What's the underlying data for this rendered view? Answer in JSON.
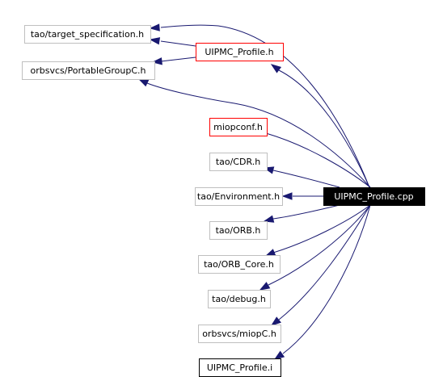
{
  "diagram": {
    "nodes": [
      {
        "id": "n_target_spec",
        "label": "tao/target_specification.h",
        "style": "gray"
      },
      {
        "id": "n_uipmc_h",
        "label": "UIPMC_Profile.h",
        "style": "red"
      },
      {
        "id": "n_portable",
        "label": "orbsvcs/PortableGroupC.h",
        "style": "gray"
      },
      {
        "id": "n_miopconf",
        "label": "miopconf.h",
        "style": "red"
      },
      {
        "id": "n_cdr",
        "label": "tao/CDR.h",
        "style": "gray"
      },
      {
        "id": "n_env",
        "label": "tao/Environment.h",
        "style": "gray"
      },
      {
        "id": "n_cpp",
        "label": "UIPMC_Profile.cpp",
        "style": "root"
      },
      {
        "id": "n_orb",
        "label": "tao/ORB.h",
        "style": "gray"
      },
      {
        "id": "n_orbcore",
        "label": "tao/ORB_Core.h",
        "style": "gray"
      },
      {
        "id": "n_debug",
        "label": "tao/debug.h",
        "style": "gray"
      },
      {
        "id": "n_miopc",
        "label": "orbsvcs/miopC.h",
        "style": "gray"
      },
      {
        "id": "n_uipmc_i",
        "label": "UIPMC_Profile.i",
        "style": "black"
      }
    ],
    "edges": [
      {
        "from": "n_cpp",
        "to": "n_target_spec"
      },
      {
        "from": "n_cpp",
        "to": "n_uipmc_h"
      },
      {
        "from": "n_cpp",
        "to": "n_portable"
      },
      {
        "from": "n_uipmc_h",
        "to": "n_target_spec"
      },
      {
        "from": "n_uipmc_h",
        "to": "n_portable"
      },
      {
        "from": "n_cpp",
        "to": "n_miopconf"
      },
      {
        "from": "n_cpp",
        "to": "n_cdr"
      },
      {
        "from": "n_cpp",
        "to": "n_env"
      },
      {
        "from": "n_cpp",
        "to": "n_orb"
      },
      {
        "from": "n_cpp",
        "to": "n_orbcore"
      },
      {
        "from": "n_cpp",
        "to": "n_debug"
      },
      {
        "from": "n_cpp",
        "to": "n_miopc"
      },
      {
        "from": "n_cpp",
        "to": "n_uipmc_i"
      }
    ],
    "colors": {
      "edge": "#191970",
      "gray_border": "#bfbfbf",
      "red_border": "#ff0000",
      "black_border": "#000000",
      "root_fill": "#000000",
      "root_text": "#ffffff",
      "text": "#000000",
      "background": "#ffffff"
    }
  }
}
